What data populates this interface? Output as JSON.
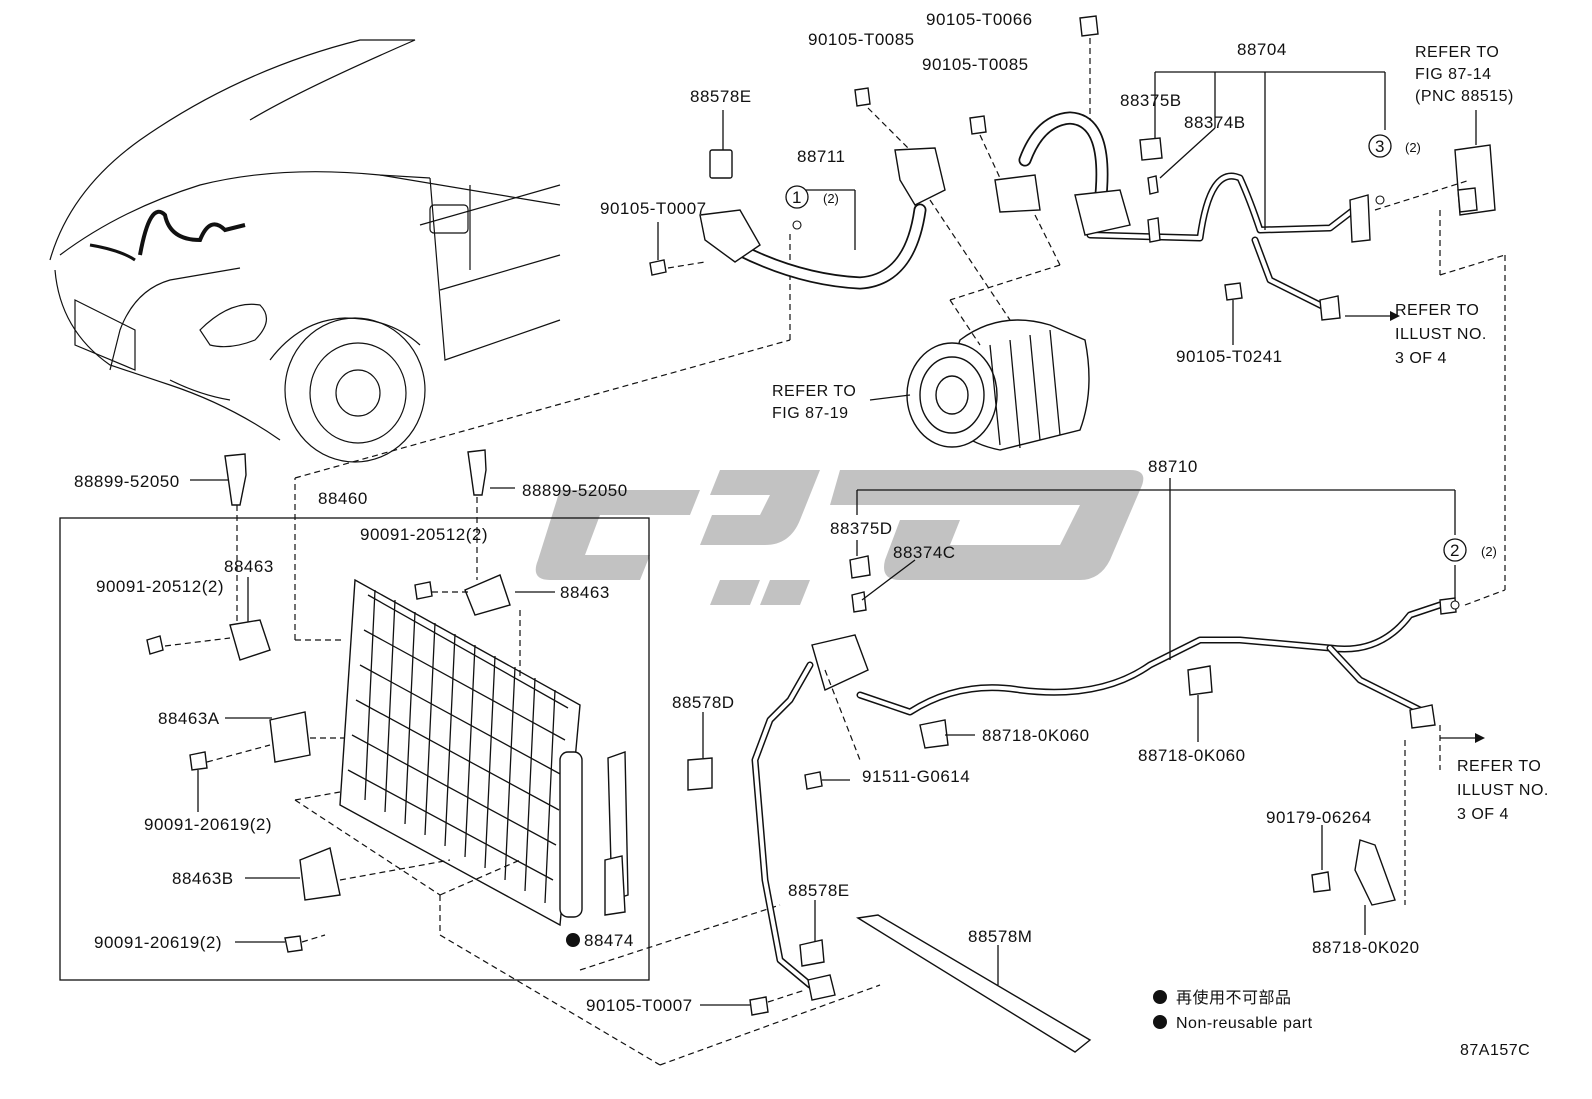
{
  "labels": {
    "p90105_T0066": "90105-T0066",
    "p90105_T0085_a": "90105-T0085",
    "p90105_T0085_b": "90105-T0085",
    "p88704": "88704",
    "p88578E_top": "88578E",
    "p88375B": "88375B",
    "p88374B": "88374B",
    "p88711": "88711",
    "p90105_T0007_top": "90105-T0007",
    "p90105_T0241": "90105-T0241",
    "p88899_52050_a": "88899-52050",
    "p88899_52050_b": "88899-52050",
    "p88460": "88460",
    "p90091_20512_a": "90091-20512(2)",
    "p90091_20512_b": "90091-20512(2)",
    "p88463_a": "88463",
    "p88463_b": "88463",
    "p88463A": "88463A",
    "p90091_20619_a": "90091-20619(2)",
    "p88463B": "88463B",
    "p90091_20619_b": "90091-20619(2)",
    "p88474": "88474",
    "p88710": "88710",
    "p88375D": "88375D",
    "p88374C": "88374C",
    "p88578D": "88578D",
    "p88718_0K060_a": "88718-0K060",
    "p88718_0K060_b": "88718-0K060",
    "p91511_G0614": "91511-G0614",
    "p90179_06264": "90179-06264",
    "p88718_0K020": "88718-0K020",
    "p88578E_bottom": "88578E",
    "p88578M": "88578M",
    "p90105_T0007_bottom": "90105-T0007",
    "callout1_qty": "(2)",
    "callout2_qty": "(2)",
    "callout3_qty": "(2)",
    "callout1": "1",
    "callout2": "2",
    "callout3": "3"
  },
  "references": {
    "fig87_14": [
      "REFER TO",
      "FIG 87-14",
      "(PNC 88515)"
    ],
    "illust3_a": [
      "REFER TO",
      "ILLUST NO.",
      "3 OF 4"
    ],
    "illust3_b": [
      "REFER TO",
      "ILLUST NO.",
      "3 OF 4"
    ],
    "fig87_19": [
      "REFER TO",
      "FIG 87-19"
    ]
  },
  "legend": {
    "zh": "再使用不可部品",
    "en": "Non-reusable part"
  },
  "figure_code": "87A157C"
}
